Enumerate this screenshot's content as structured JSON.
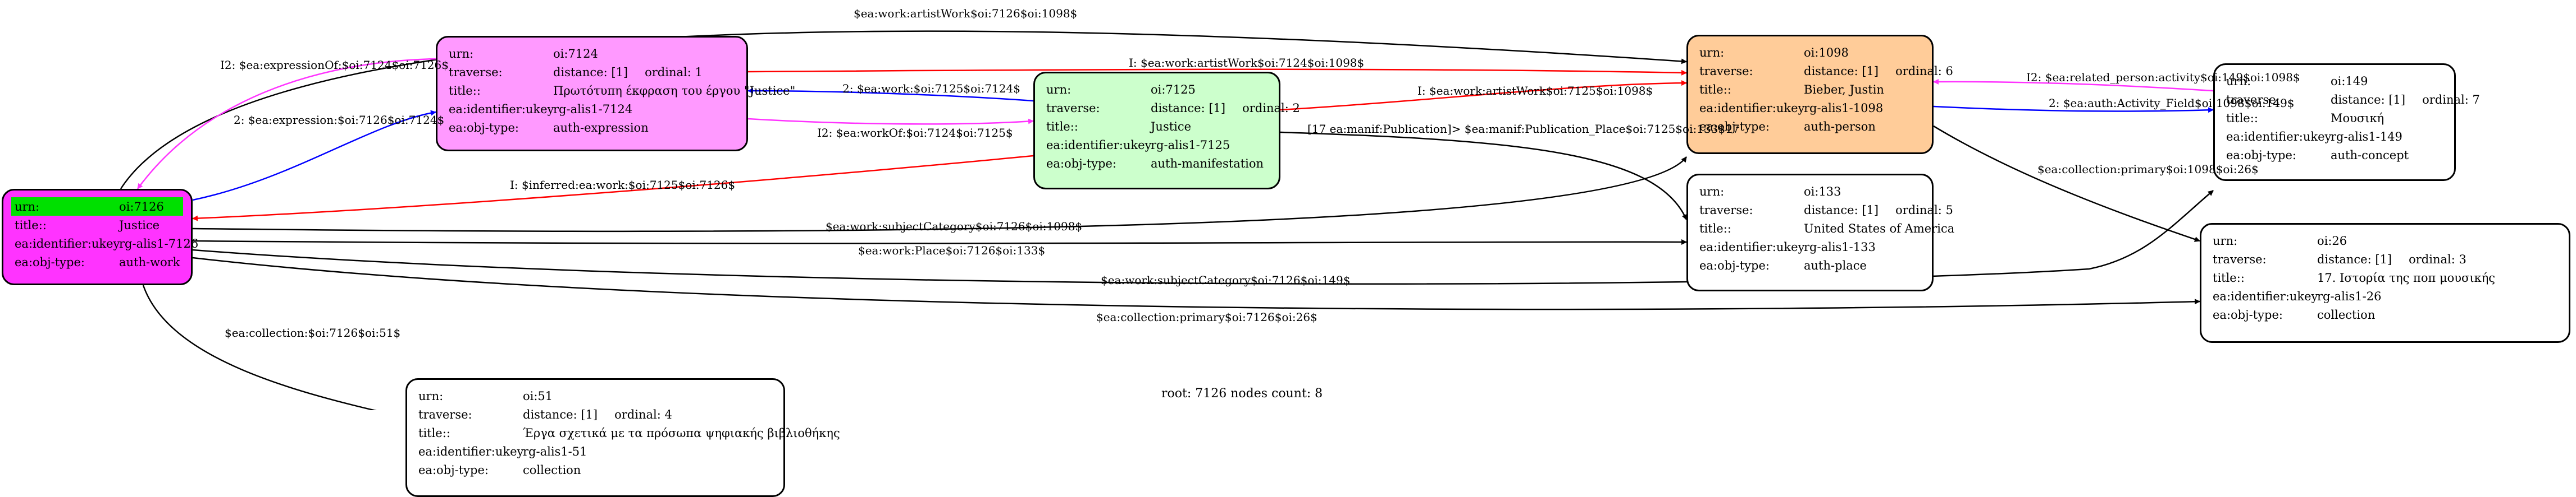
{
  "nodes": [
    {
      "id": "n7126",
      "urn": "oi:7126",
      "rows": [
        {
          "k": "urn:",
          "v": "oi:7126"
        },
        {
          "k": "title::",
          "v": "Justice"
        },
        {
          "k": "ea:identifier:ukey",
          "v": "rg-alis1-7126"
        },
        {
          "k": "ea:obj-type:",
          "v": "auth-work"
        }
      ],
      "fill": "#ff33ff",
      "highlight": "#00e000"
    },
    {
      "id": "n7124",
      "rows": [
        {
          "k": "urn:",
          "v": "oi:7124"
        },
        {
          "k": "traverse:",
          "v": "distance: [1]",
          "ex": "ordinal: 1"
        },
        {
          "k": "title::",
          "v": "Πρωτότυπη έκφραση του έργου \"Justice\""
        },
        {
          "k": "ea:identifier:ukey",
          "v": "rg-alis1-7124"
        },
        {
          "k": "ea:obj-type:",
          "v": "auth-expression"
        }
      ],
      "fill": "#ff99ff"
    },
    {
      "id": "n7125",
      "rows": [
        {
          "k": "urn:",
          "v": "oi:7125"
        },
        {
          "k": "traverse:",
          "v": "distance: [1]",
          "ex": "ordinal: 2"
        },
        {
          "k": "title::",
          "v": "Justice"
        },
        {
          "k": "ea:identifier:ukey",
          "v": "rg-alis1-7125"
        },
        {
          "k": "ea:obj-type:",
          "v": "auth-manifestation"
        }
      ],
      "fill": "#ccffcc"
    },
    {
      "id": "n1098",
      "rows": [
        {
          "k": "urn:",
          "v": "oi:1098"
        },
        {
          "k": "traverse:",
          "v": "distance: [1]",
          "ex": "ordinal: 6"
        },
        {
          "k": "title::",
          "v": "Bieber, Justin"
        },
        {
          "k": "ea:identifier:ukey",
          "v": "rg-alis1-1098"
        },
        {
          "k": "ea:obj-type:",
          "v": "auth-person"
        }
      ],
      "fill": "#ffcc99"
    },
    {
      "id": "n149",
      "rows": [
        {
          "k": "urn:",
          "v": "oi:149"
        },
        {
          "k": "traverse:",
          "v": "distance: [1]",
          "ex": "ordinal: 7"
        },
        {
          "k": "title::",
          "v": "Μουσική"
        },
        {
          "k": "ea:identifier:ukey",
          "v": "rg-alis1-149"
        },
        {
          "k": "ea:obj-type:",
          "v": "auth-concept"
        }
      ],
      "fill": "#ffffff"
    },
    {
      "id": "n133",
      "rows": [
        {
          "k": "urn:",
          "v": "oi:133"
        },
        {
          "k": "traverse:",
          "v": "distance: [1]",
          "ex": "ordinal: 5"
        },
        {
          "k": "title::",
          "v": "United States of America"
        },
        {
          "k": "ea:identifier:ukey",
          "v": "rg-alis1-133"
        },
        {
          "k": "ea:obj-type:",
          "v": "auth-place"
        }
      ],
      "fill": "#ffffff"
    },
    {
      "id": "n26",
      "rows": [
        {
          "k": "urn:",
          "v": "oi:26"
        },
        {
          "k": "traverse:",
          "v": "distance: [1]",
          "ex": "ordinal: 3"
        },
        {
          "k": "title::",
          "v": "17. Ιστορία της ποπ μουσικής"
        },
        {
          "k": "ea:identifier:ukey",
          "v": "rg-alis1-26"
        },
        {
          "k": "ea:obj-type:",
          "v": "collection"
        }
      ],
      "fill": "#ffffff"
    },
    {
      "id": "n51",
      "rows": [
        {
          "k": "urn:",
          "v": "oi:51"
        },
        {
          "k": "traverse:",
          "v": "distance: [1]",
          "ex": "ordinal: 4"
        },
        {
          "k": "title::",
          "v": "Έργα σχετικά με τα πρόσωπα ψηφιακής βιβλιοθήκης"
        },
        {
          "k": "ea:identifier:ukey",
          "v": "rg-alis1-51"
        },
        {
          "k": "ea:obj-type:",
          "v": "collection"
        }
      ],
      "fill": "#ffffff"
    }
  ],
  "edges": [
    {
      "id": "e1",
      "label": "$ea:work:artistWork$oi:7126$oi:1098$",
      "color": "#000000"
    },
    {
      "id": "e2",
      "label": "I2: $ea:expressionOf:$oi:7124$oi:7126$",
      "color": "#ff33ff"
    },
    {
      "id": "e3",
      "label": "I: $ea:work:artistWork$oi:7124$oi:1098$",
      "color": "#ff0000"
    },
    {
      "id": "e4",
      "label": "2: $ea:expression:$oi:7126$oi:7124$",
      "color": "#0000ff"
    },
    {
      "id": "e5",
      "label": "2: $ea:work:$oi:7125$oi:7124$",
      "color": "#0000ff"
    },
    {
      "id": "e6",
      "label": "I2: $ea:workOf:$oi:7124$oi:7125$",
      "color": "#ff33ff"
    },
    {
      "id": "e7",
      "label": "I: $ea:work:artistWork$oi:7125$oi:1098$",
      "color": "#ff0000"
    },
    {
      "id": "e8",
      "label": "I: $inferred:ea:work:$oi:7125$oi:7126$",
      "color": "#ff0000"
    },
    {
      "id": "e9",
      "label": "[17 ea:manif:Publication]> $ea:manif:Publication_Place$oi:7125$oi:133$17",
      "color": "#000000"
    },
    {
      "id": "e10",
      "label": "$ea:work:subjectCategory$oi:7126$oi:1098$",
      "color": "#000000"
    },
    {
      "id": "e11",
      "label": "$ea:work:Place$oi:7126$oi:133$",
      "color": "#000000"
    },
    {
      "id": "e12",
      "label": "I2: $ea:related_person:activity$oi:149$oi:1098$",
      "color": "#ff33ff"
    },
    {
      "id": "e13",
      "label": "2: $ea:auth:Activity_Field$oi:1098$oi:149$",
      "color": "#0000ff"
    },
    {
      "id": "e14",
      "label": "$ea:collection:primary$oi:1098$oi:26$",
      "color": "#000000"
    },
    {
      "id": "e15",
      "label": "$ea:work:subjectCategory$oi:7126$oi:149$",
      "color": "#000000"
    },
    {
      "id": "e16",
      "label": "$ea:collection:primary$oi:7126$oi:26$",
      "color": "#000000"
    },
    {
      "id": "e17",
      "label": "$ea:collection:$oi:7126$oi:51$",
      "color": "#000000"
    }
  ],
  "footer": "root: 7126 nodes count: 8"
}
